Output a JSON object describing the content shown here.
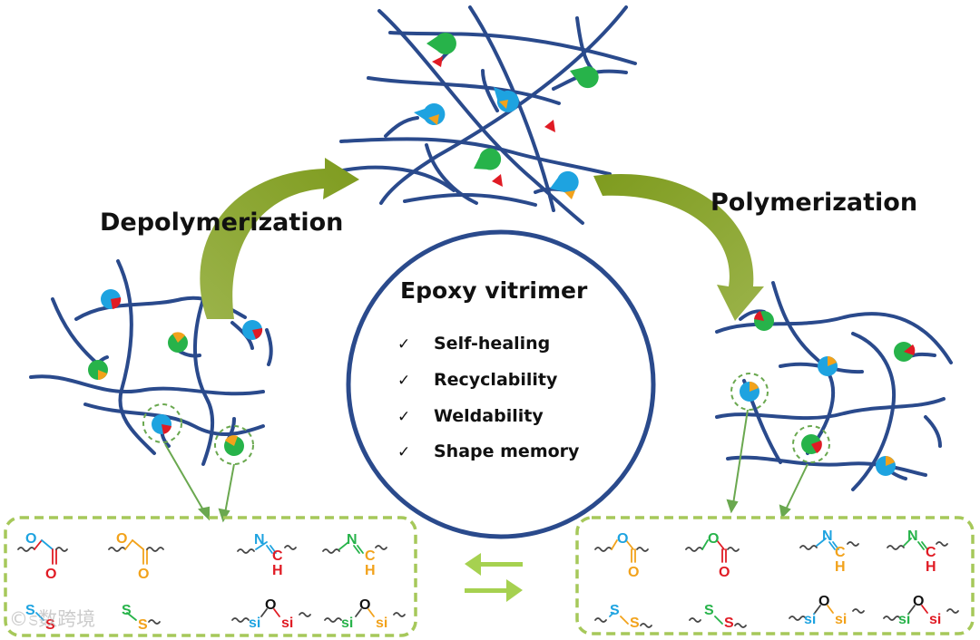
{
  "diagram": {
    "center_title": "Epoxy vitrimer",
    "left_process": "Depolymerization",
    "right_process": "Polymerization",
    "properties": [
      "Self-healing",
      "Recyclability",
      "Weldability",
      "Shape memory"
    ],
    "check_mark": "✓"
  },
  "chemistry": {
    "left_box": {
      "ester_red": {
        "o1": "O",
        "o2": "O"
      },
      "ester_orange": {
        "o1": "O",
        "o2": "O"
      },
      "imine_blue": {
        "n": "N",
        "c": "C",
        "h": "H"
      },
      "imine_green": {
        "n": "N",
        "c": "C",
        "h": "H"
      },
      "disulfide_1": {
        "s1": "S",
        "s2": "S"
      },
      "disulfide_2": {
        "s1": "S",
        "s2": "S"
      },
      "siloxane_1": {
        "si1": "si",
        "o": "O",
        "si2": "si"
      },
      "siloxane_2": {
        "si1": "si",
        "o": "O",
        "si2": "si"
      }
    },
    "right_box": {
      "ester_orange": {
        "o1": "O",
        "o2": "O"
      },
      "ester_red": {
        "o1": "O",
        "o2": "O"
      },
      "imine_blue": {
        "n": "N",
        "c": "C",
        "h": "H"
      },
      "imine_green": {
        "n": "N",
        "c": "C",
        "h": "H"
      },
      "disulfide_1": {
        "s1": "S",
        "s2": "S"
      },
      "disulfide_2": {
        "s1": "S",
        "s2": "S"
      },
      "siloxane_1": {
        "si1": "si",
        "o": "O",
        "si2": "si"
      },
      "siloxane_2": {
        "si1": "si",
        "o": "O",
        "si2": "si"
      }
    }
  },
  "watermark": "©ಽ数跨境",
  "colors": {
    "chain": "#2a4a8c",
    "arrow_green": "#8fae2f",
    "box_dash": "#a6c85a",
    "equilibrium": "#a6d150",
    "blue": "#1ea3e0",
    "green": "#27b34a",
    "red": "#e01b24",
    "orange": "#f2a21b"
  }
}
